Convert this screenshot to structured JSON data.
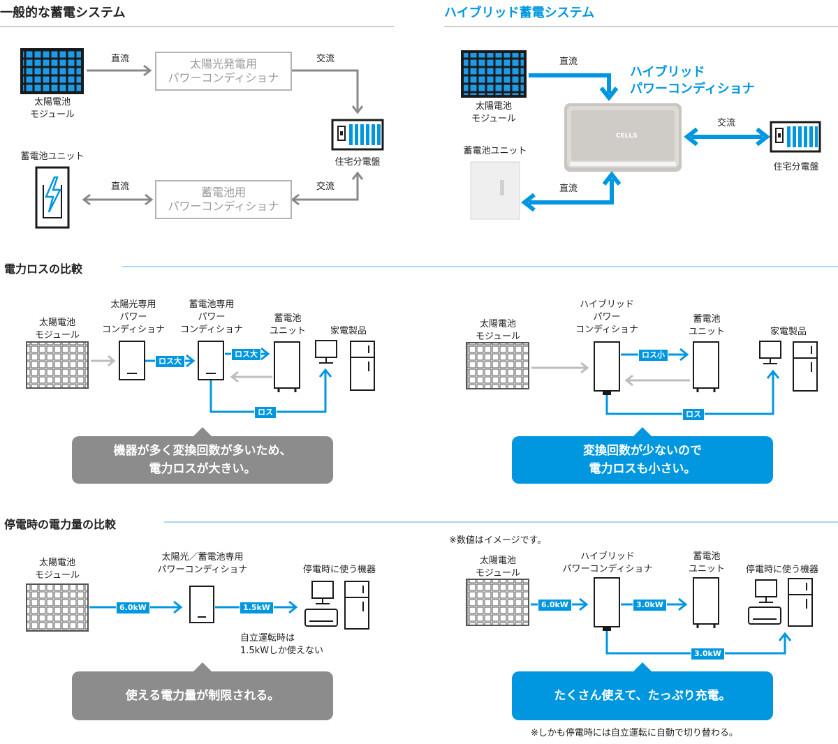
{
  "colors": {
    "blue": "#0097e0",
    "gray": "#8c8c8c",
    "light_gray": "#b3b3b3",
    "dark": "#222222"
  },
  "top_left": {
    "title": "一般的な蓄電システム",
    "solar_module": "太陽電池\nモジュール",
    "dc1": "直流",
    "solar_pcs": "太陽光発電用\nパワーコンディショナ",
    "ac1": "交流",
    "distribution_panel": "住宅分電盤",
    "battery_unit": "蓄電池ユニット",
    "dc2": "直流",
    "battery_pcs": "蓄電池用\nパワーコンディショナ",
    "ac2": "交流"
  },
  "top_right": {
    "title": "ハイブリッド蓄電システム",
    "solar_module": "太陽電池\nモジュール",
    "dc1": "直流",
    "hybrid_pcs": "ハイブリッド\nパワーコンディショナ",
    "brand": "CELLS",
    "ac": "交流",
    "distribution_panel": "住宅分電盤",
    "battery_unit": "蓄電池ユニット",
    "dc2": "直流"
  },
  "loss_section": {
    "title": "電力ロスの比較",
    "left": {
      "solar_module": "太陽電池\nモジュール",
      "solar_pcs": "太陽光専用\nパワー\nコンディショナ",
      "battery_pcs": "蓄電池専用\nパワー\nコンディショナ",
      "battery_unit": "蓄電池\nユニット",
      "appliances": "家電製品",
      "loss_big_1": "ロス大",
      "loss_big_2": "ロス大",
      "loss": "ロス",
      "callout": "機器が多く変換回数が多いため、\n電力ロスが大きい。"
    },
    "right": {
      "solar_module": "太陽電池\nモジュール",
      "hybrid_pcs": "ハイブリッド\nパワー\nコンディショナ",
      "battery_unit": "蓄電池\nユニット",
      "appliances": "家電製品",
      "loss_small": "ロス小",
      "loss": "ロス",
      "callout": "変換回数が少ないので\n電力ロスも小さい。"
    }
  },
  "outage_section": {
    "title": "停電時の電力量の比較",
    "note": "※数値はイメージです。",
    "left": {
      "solar_module": "太陽電池\nモジュール",
      "pcs": "太陽光／蓄電池専用\nパワーコンディショナ",
      "devices": "停電時に使う機器",
      "value_in": "6.0kW",
      "value_out": "1.5kW",
      "limit_note": "自立運転時は\n1.5kWしか使えない",
      "callout": "使える電力量が制限される。"
    },
    "right": {
      "solar_module": "太陽電池\nモジュール",
      "hybrid_pcs": "ハイブリッド\nパワーコンディショナ",
      "battery_unit": "蓄電池\nユニット",
      "devices": "停電時に使う機器",
      "value_in": "6.0kW",
      "value_battery": "3.0kW",
      "value_devices": "3.0kW",
      "callout": "たくさん使えて、たっぷり充電。",
      "footnote": "※しかも停電時には自立運転に自動で切り替わる。"
    }
  }
}
